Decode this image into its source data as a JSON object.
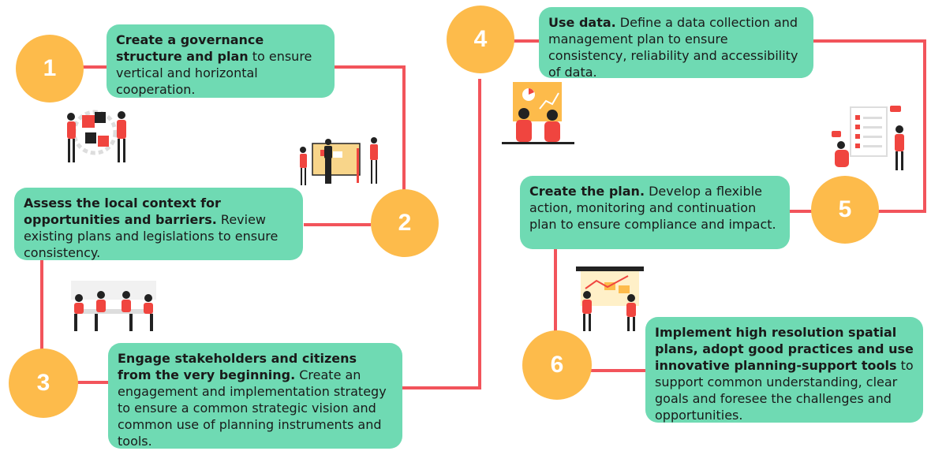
{
  "steps": [
    {
      "number": "1",
      "bold": "Create a governance structure and plan",
      "text": " to ensure vertical and horizontal cooperation."
    },
    {
      "number": "2",
      "bold": "Assess the local context for opportunities and barriers.",
      "text": " Review existing plans and legislations to ensure consistency."
    },
    {
      "number": "3",
      "bold": "Engage stakeholders and citizens from the very beginning.",
      "text": " Create an engagement and implementation strategy to ensure a common strategic vision and common use of planning instruments and tools."
    },
    {
      "number": "4",
      "bold": "Use data.",
      "text": " Define a data collection and management plan to ensure consistency, reliability and accessibility of data."
    },
    {
      "number": "5",
      "bold": "Create the plan.",
      "text": " Develop a flexible action, monitoring and continuation plan to ensure compliance and impact."
    },
    {
      "number": "6",
      "bold": "Implement high resolution spatial plans, adopt good practices and use innovative planning-support tools",
      "text": " to support common understanding, clear goals and foresee the challenges and opportunities."
    }
  ],
  "colors": {
    "circle": "#fdbb4b",
    "box": "#6fdab3",
    "line": "#f2545b",
    "accent": "#f0453f"
  },
  "icons": [
    "puzzle-team-illustration",
    "board-meeting-illustration",
    "team-table-illustration",
    "data-analysis-illustration",
    "checklist-illustration",
    "presentation-chart-illustration"
  ]
}
